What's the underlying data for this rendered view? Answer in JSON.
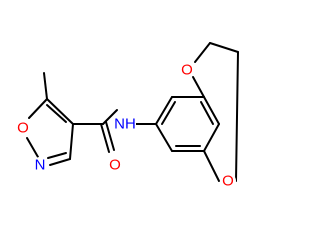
{
  "colors": {
    "bond": "#000000",
    "oxygen": "#ff0000",
    "nitrogen": "#0000ff",
    "background": "#ffffff"
  },
  "atoms": {
    "o_ring_isoxazole": "O",
    "n_ring_isoxazole": "N",
    "o_carbonyl": "O",
    "n_amide": "NH",
    "o_dioxane_top": "O",
    "o_dioxane_bottom": "O"
  }
}
